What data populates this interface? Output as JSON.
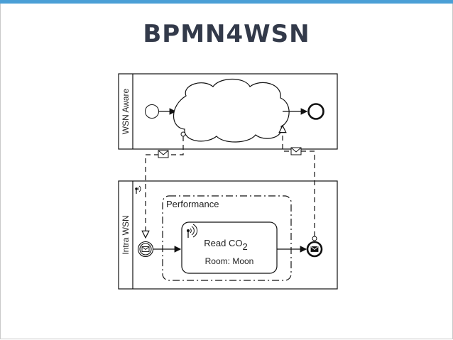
{
  "title": "BPMN4WSN",
  "pools": {
    "top_label": "WSN Aware",
    "bottom_label": "Intra WSN"
  },
  "subprocess": {
    "label": "Performance"
  },
  "task": {
    "name": "Read CO",
    "subscript": "2",
    "room": "Room: Moon"
  }
}
